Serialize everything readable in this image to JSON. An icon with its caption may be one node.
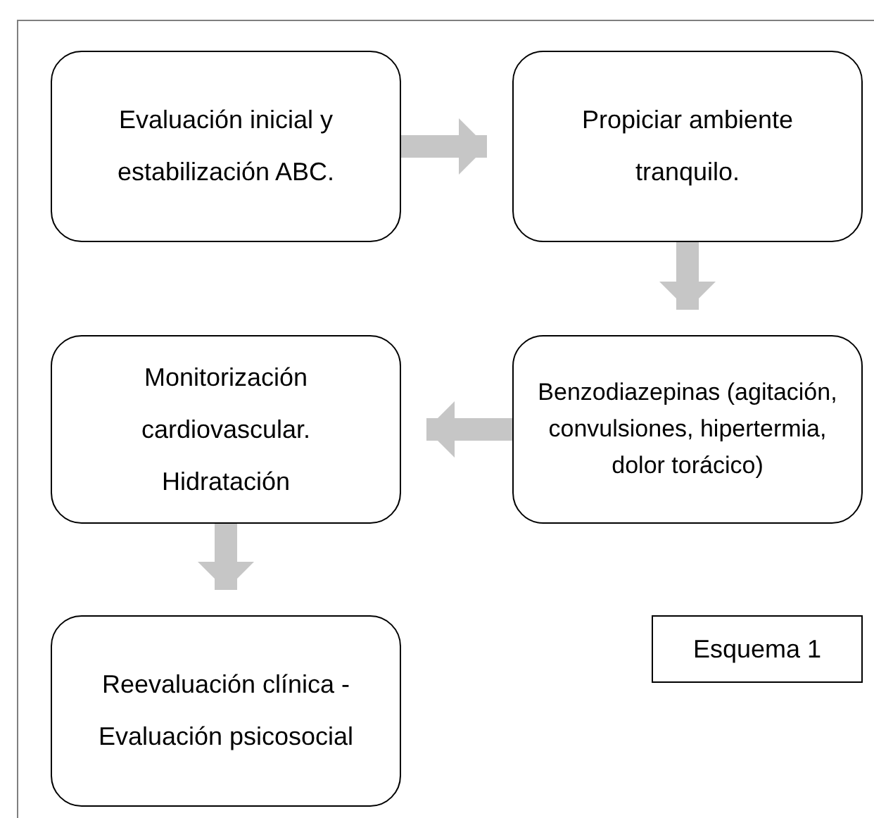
{
  "diagram": {
    "nodes": [
      {
        "text": [
          "Evaluación inicial y estabilización ABC."
        ]
      },
      {
        "text": [
          "Propiciar ambiente tranquilo."
        ]
      },
      {
        "text": [
          "Benzodiazepinas (agitación, convulsiones, hipertermia, dolor torácico)"
        ]
      },
      {
        "text": [
          "Monitorización cardiovascular. Hidratación"
        ]
      },
      {
        "text": [
          "Reevaluación clínica - Evaluación psicosocial"
        ]
      },
      {
        "text": [
          "Esquema 1"
        ]
      }
    ],
    "edges": [
      {
        "from": 0,
        "to": 1,
        "arrow": "to"
      },
      {
        "from": 1,
        "to": 2,
        "arrow": "to"
      },
      {
        "from": 2,
        "to": 3,
        "arrow": "to"
      },
      {
        "from": 3,
        "to": 4,
        "arrow": "to"
      }
    ]
  }
}
